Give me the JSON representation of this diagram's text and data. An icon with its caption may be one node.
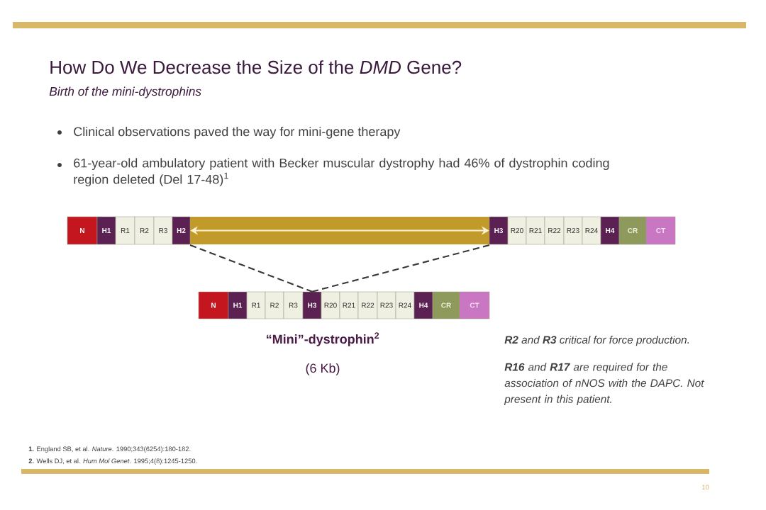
{
  "diagram": {
    "title": "How Do We Decrease the Size of the *DMD* Gene?",
    "nodes": [
      {
        "text": [
          "N"
        ]
      },
      {
        "text": [
          "H1"
        ]
      },
      {
        "text": [
          "R1"
        ]
      },
      {
        "text": [
          "R2"
        ]
      },
      {
        "text": [
          "R3"
        ]
      },
      {
        "text": [
          "H2"
        ]
      },
      {
        "text": [
          "H3"
        ]
      },
      {
        "text": [
          "R20"
        ]
      },
      {
        "text": [
          "R21"
        ]
      },
      {
        "text": [
          "R22"
        ]
      },
      {
        "text": [
          "R23"
        ]
      },
      {
        "text": [
          "R24"
        ]
      },
      {
        "text": [
          "H4"
        ]
      },
      {
        "text": [
          "CR"
        ]
      },
      {
        "text": [
          "CT"
        ]
      },
      {
        "text": [
          "N"
        ]
      },
      {
        "text": [
          "H1"
        ]
      },
      {
        "text": [
          "R1"
        ]
      },
      {
        "text": [
          "R2"
        ]
      },
      {
        "text": [
          "R3"
        ]
      },
      {
        "text": [
          "H3"
        ]
      },
      {
        "text": [
          "R20"
        ]
      },
      {
        "text": [
          "R21"
        ]
      },
      {
        "text": [
          "R22"
        ]
      },
      {
        "text": [
          "R23"
        ]
      },
      {
        "text": [
          "R24"
        ]
      },
      {
        "text": [
          "H4"
        ]
      },
      {
        "text": [
          "CR"
        ]
      },
      {
        "text": [
          "CT"
        ]
      }
    ],
    "edges": [
      {
        "from": 5,
        "to": 6,
        "arrow": "both",
        "color": "#fbf3d5"
      },
      {
        "from": 5,
        "to": 20,
        "arrow": "none",
        "style": "dashed"
      },
      {
        "from": 6,
        "to": 20,
        "arrow": "none",
        "style": "dashed"
      }
    ],
    "labels": [
      "Birth of the mini-dystrophins",
      "Clinical observations paved the way for mini-gene therapy",
      "61-year-old ambulatory patient with Becker muscular dystrophy had 46% of dystrophin coding region deleted (Del 17-48)$^{1}$",
      "“Mini”-dystrophin$^{2}$",
      "(6 Kb)",
      "**R2** and **R3** critical for force production.",
      "**R16** and **R17** are required for the association of nNOS with the DAPC. Not present in this patient.",
      "**1.** England SB, et al. *Nature*. 1990;343(6254):180-182.",
      "**2.** Wells DJ, et al. *Hum Mol Genet*. 1995;4(8):1245-1250.",
      "10"
    ]
  }
}
